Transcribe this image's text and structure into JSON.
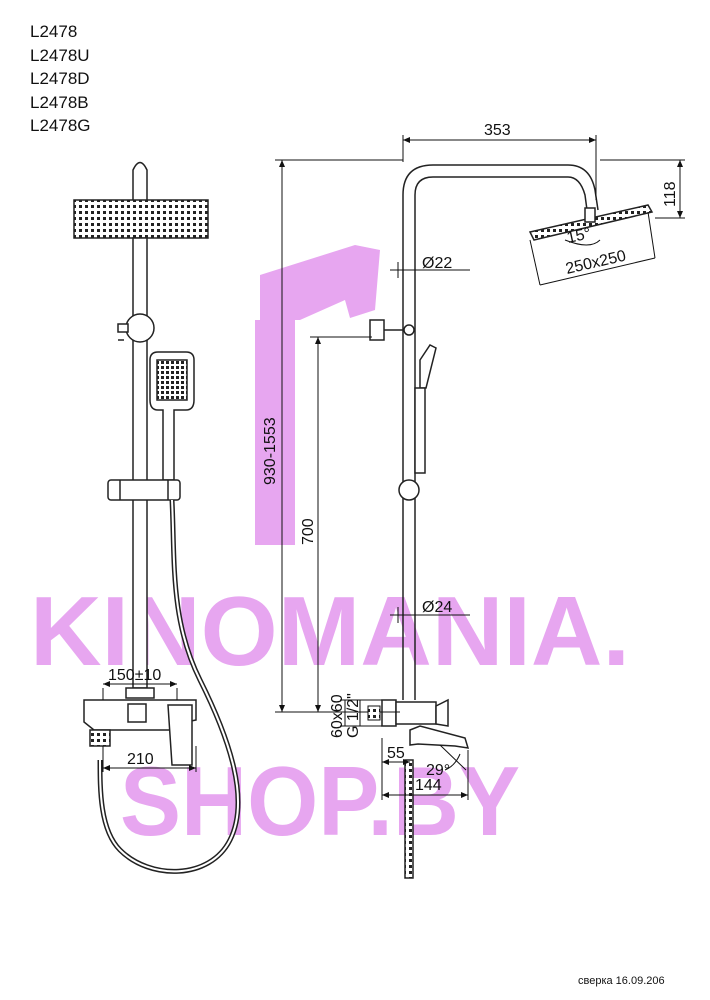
{
  "models": [
    "L2478",
    "L2478U",
    "L2478D",
    "L2478B",
    "L2478G"
  ],
  "dimensions": {
    "top_width": "353",
    "head_height": "118",
    "pipe_diameter": "Ø22",
    "head_angle": "15°",
    "head_size": "250x250",
    "height_range": "930-1553",
    "mixer_height": "700",
    "riser_diameter": "Ø24",
    "mount_spacing": "150±10",
    "mixer_width": "210",
    "escutcheon": "60x60",
    "thread": "G 1/2\"",
    "spout_offset": "55",
    "spout_angle": "29°",
    "spout_length": "144"
  },
  "watermark": {
    "line1": "KINOMANIA.",
    "line2": "SHOP.BY",
    "color": "#e7a6f0"
  },
  "footer": {
    "note": "сверка 16.09.206"
  }
}
